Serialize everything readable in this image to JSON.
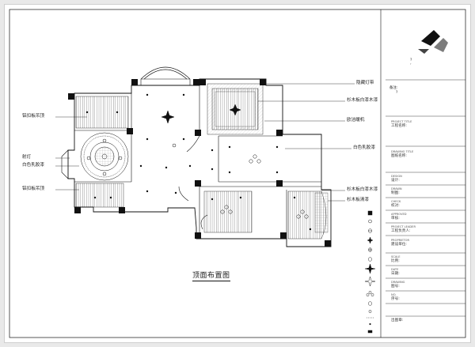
{
  "company": {
    "name": "?",
    "name_en": "?"
  },
  "notes": {
    "heading": "备注:",
    "body": "?"
  },
  "titleblock": {
    "project_title": "PROJECT TITLE",
    "project_title_cn": "工程名称:",
    "drawing_title": "DRAWING TITLE",
    "drawing_title_cn": "图纸名称:",
    "design": "DESIGN",
    "design_cn": "设计:",
    "drawn": "DRAWN",
    "drawn_cn": "制图:",
    "check": "CHECK",
    "check_cn": "校对:",
    "approved": "APPROVED",
    "approved_cn": "审核:",
    "project_leader": "PROJECT LEADER",
    "project_leader_cn": "工程负责人:",
    "proprietor": "PROPRIETOR",
    "proprietor_cn": "建设单位:",
    "scale": "SCALE",
    "scale_cn": "比例:",
    "date": "DATE",
    "date_cn": "日期:",
    "drawing_no": "DRAWING",
    "drawing_no_cn": "图号:",
    "no": "NO.",
    "no_cn": "序号:",
    "issue": "出图章:"
  },
  "callouts_left": [
    "铝扣板吊顶",
    "射灯",
    "白色乳胶漆",
    "铝扣板吊顶"
  ],
  "callouts_right": [
    "隐藏灯带",
    "杉木板白漆木漆",
    "欧洁暖机",
    "白色乳胶漆",
    "杉木板白漆木漆",
    "杉木板清漆"
  ],
  "legend": [
    "",
    "",
    "",
    "",
    "",
    "",
    "",
    "",
    "",
    "",
    "",
    "",
    "",
    "",
    "",
    ""
  ],
  "plan_title": "顶面布置图"
}
